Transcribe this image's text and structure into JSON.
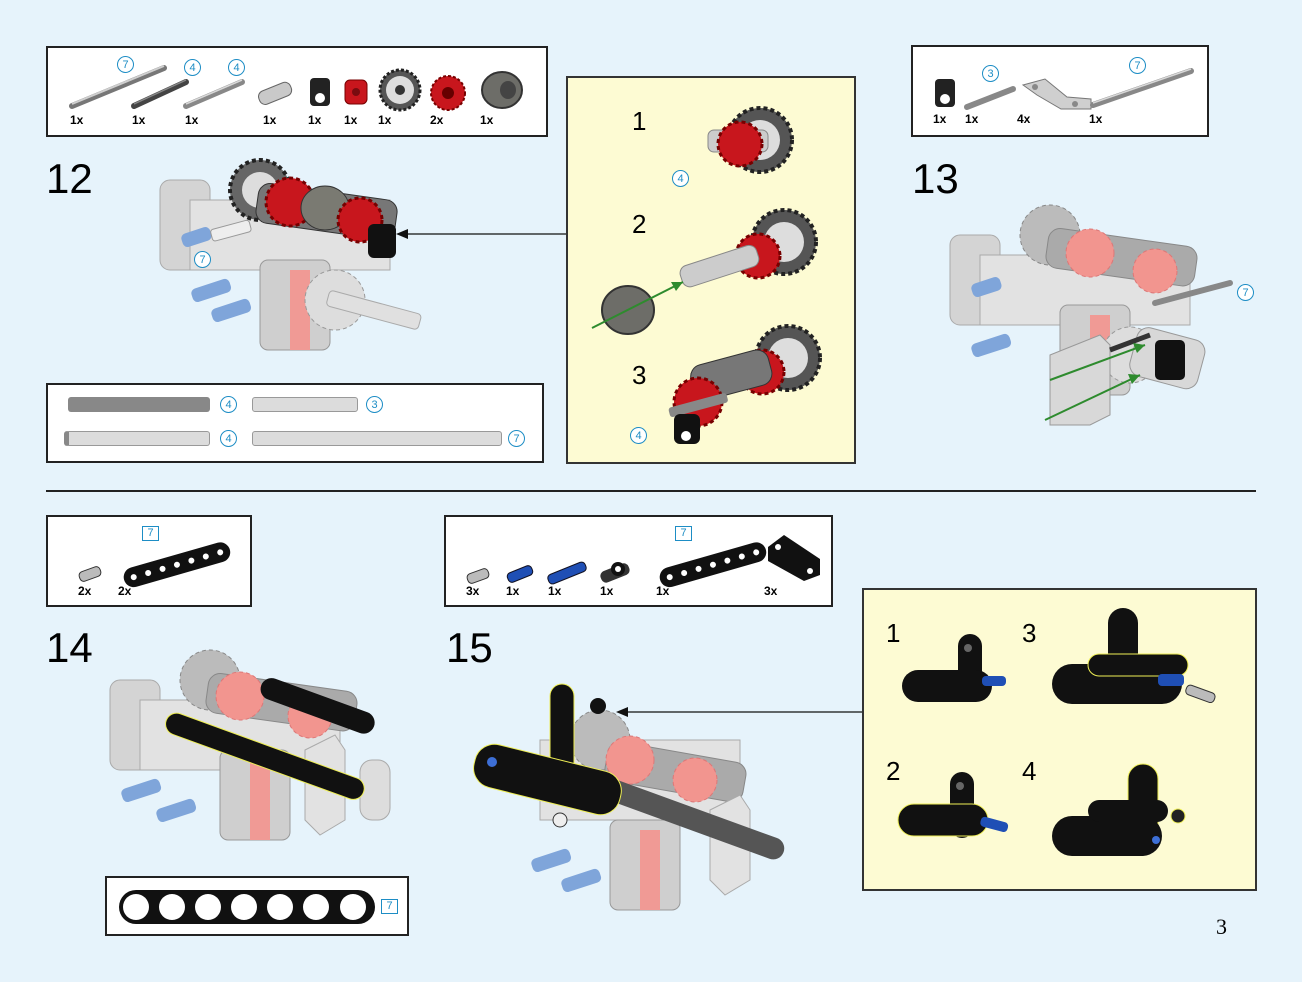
{
  "page_number": "3",
  "colors": {
    "background": "#e6f3fb",
    "subassembly_bg": "#fdfbd3",
    "callout_blue": "#1d8dc5",
    "brick_red": "#c8161d",
    "arrow_green": "#2e8b2e"
  },
  "step12": {
    "number": "12",
    "parts": [
      {
        "qty": "1x",
        "name": "axle-7-icon",
        "label": "7"
      },
      {
        "qty": "1x",
        "name": "axle-4-dark-icon",
        "label": "4"
      },
      {
        "qty": "1x",
        "name": "axle-4-icon",
        "label": "4"
      },
      {
        "qty": "1x",
        "name": "axle-pin-icon"
      },
      {
        "qty": "1x",
        "name": "axle-pin-connector-icon"
      },
      {
        "qty": "1x",
        "name": "red-connector-icon"
      },
      {
        "qty": "1x",
        "name": "gear-24-icon"
      },
      {
        "qty": "2x",
        "name": "red-gear-icon"
      },
      {
        "qty": "1x",
        "name": "dark-bush-icon"
      }
    ],
    "callout": "7",
    "ruler": [
      {
        "label": "4"
      },
      {
        "label": "3"
      },
      {
        "label": "4"
      },
      {
        "label": "7"
      }
    ],
    "subassembly": {
      "steps": [
        {
          "number": "1",
          "callout": "4"
        },
        {
          "number": "2"
        },
        {
          "number": "3",
          "callout": "4"
        }
      ]
    }
  },
  "step13": {
    "number": "13",
    "parts": [
      {
        "qty": "1x",
        "name": "axle-pin-connector-icon"
      },
      {
        "qty": "1x",
        "name": "axle-3-icon",
        "label": "3"
      },
      {
        "qty": "4x",
        "name": "l-beam-icon"
      },
      {
        "qty": "1x",
        "name": "axle-7-icon",
        "label": "7"
      }
    ],
    "callout": "7"
  },
  "step14": {
    "number": "14",
    "parts": [
      {
        "qty": "2x",
        "name": "pin-icon"
      },
      {
        "qty": "2x",
        "name": "beam-7-icon",
        "label": "7"
      }
    ],
    "ruler_label": "7"
  },
  "step15": {
    "number": "15",
    "parts": [
      {
        "qty": "3x",
        "name": "pin-icon"
      },
      {
        "qty": "1x",
        "name": "blue-pin-icon"
      },
      {
        "qty": "1x",
        "name": "blue-long-pin-icon"
      },
      {
        "qty": "1x",
        "name": "pin-connector-icon"
      },
      {
        "qty": "1x",
        "name": "beam-7-icon",
        "label": "7"
      },
      {
        "qty": "3x",
        "name": "angled-beam-icon"
      }
    ],
    "subassembly": {
      "steps": [
        {
          "number": "1"
        },
        {
          "number": "2"
        },
        {
          "number": "3"
        },
        {
          "number": "4"
        }
      ]
    }
  }
}
